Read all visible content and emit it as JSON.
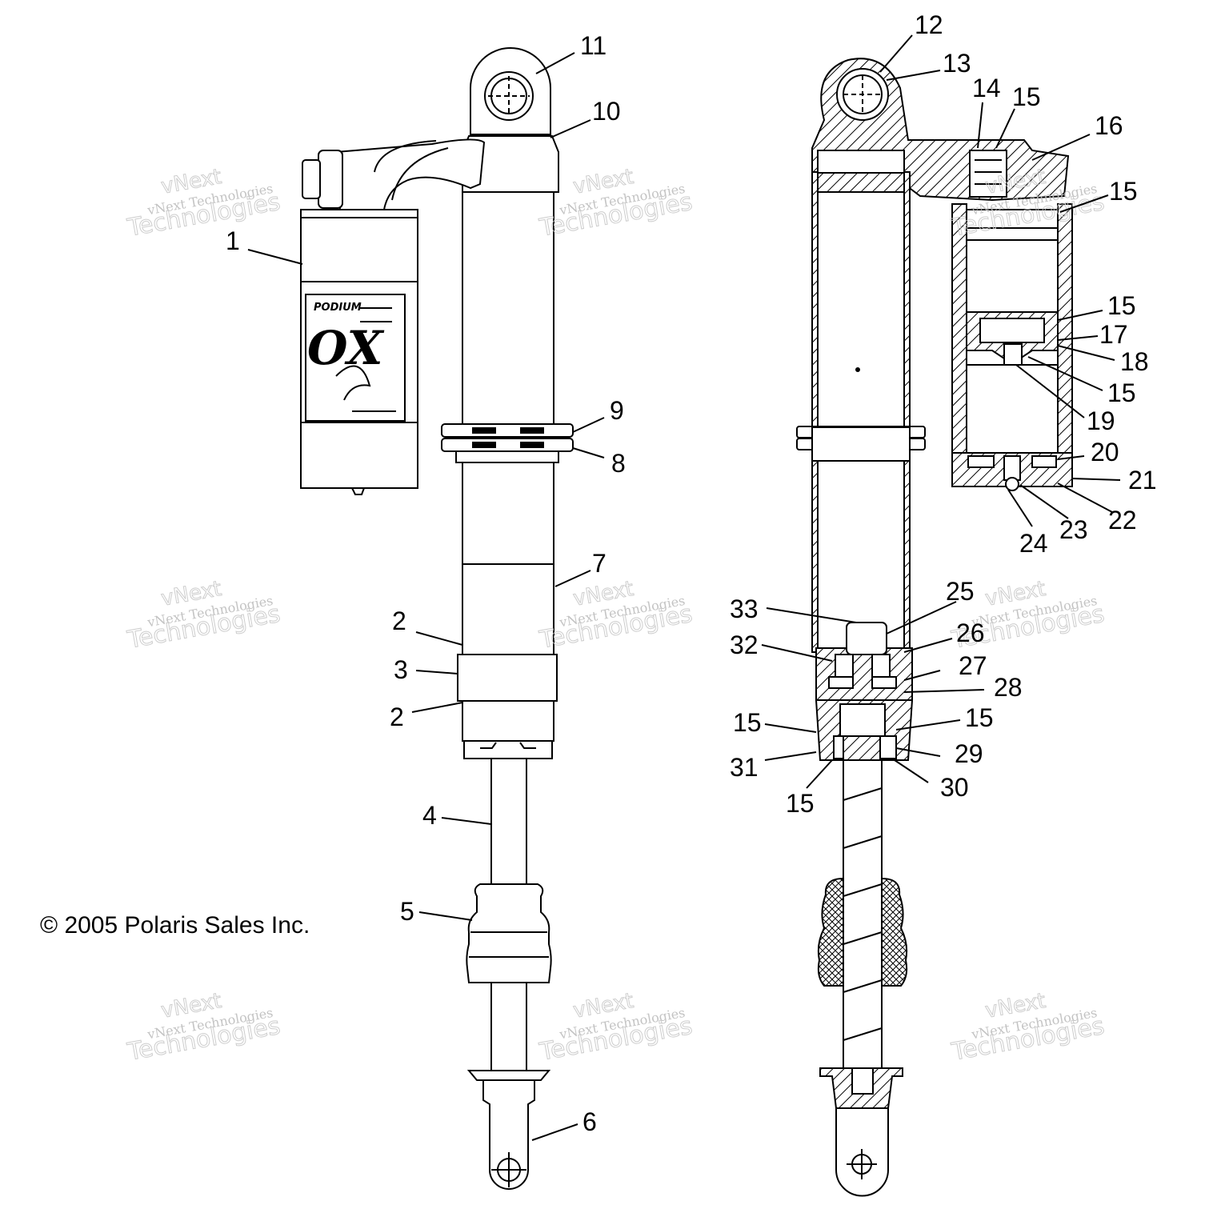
{
  "copyright": "© 2005 Polaris Sales Inc.",
  "watermark": {
    "line1": "vNext",
    "line2": "vNext Technologies",
    "line3": "Technologies"
  },
  "callouts": [
    "1",
    "2",
    "3",
    "2",
    "4",
    "5",
    "6",
    "7",
    "8",
    "9",
    "10",
    "11",
    "12",
    "13",
    "14",
    "15",
    "16",
    "15",
    "15",
    "17",
    "18",
    "15",
    "19",
    "20",
    "21",
    "22",
    "23",
    "24",
    "25",
    "26",
    "27",
    "28",
    "15",
    "29",
    "30",
    "15",
    "31",
    "15",
    "32",
    "33"
  ]
}
